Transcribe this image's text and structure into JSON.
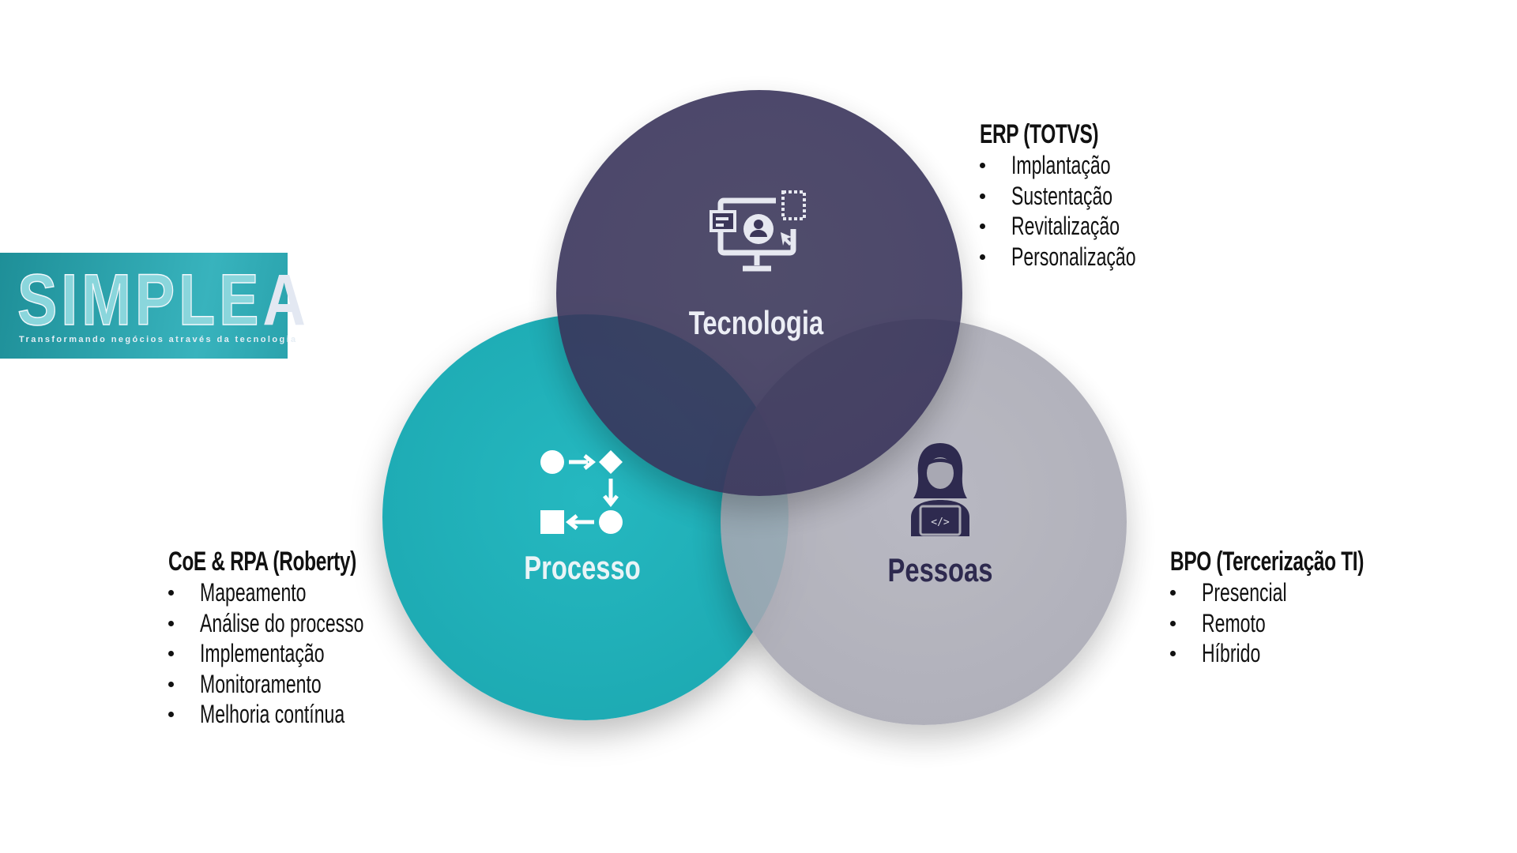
{
  "logo": {
    "word": "SIMPLE",
    "word_accent": "A",
    "tagline": "Transformando negócios através da tecnologia"
  },
  "circles": {
    "tecnologia": {
      "label": "Tecnologia",
      "icon": "monitor-user-icon",
      "color": "#3c3759"
    },
    "processo": {
      "label": "Processo",
      "icon": "process-flow-icon",
      "color": "#1fb0b8"
    },
    "pessoas": {
      "label": "Pessoas",
      "icon": "developer-person-icon",
      "color": "#a8a8b3"
    }
  },
  "blocks": {
    "erp": {
      "title": "ERP (TOTVS)",
      "items": [
        "Implantação",
        "Sustentação",
        "Revitalização",
        "Personalização"
      ]
    },
    "coe": {
      "title": "CoE & RPA (Roberty)",
      "items": [
        "Mapeamento",
        "Análise do processo",
        "Implementação",
        "Monitoramento",
        "Melhoria contínua"
      ]
    },
    "bpo": {
      "title": "BPO (Tercerização TI)",
      "items": [
        "Presencial",
        "Remoto",
        "Híbrido"
      ]
    }
  }
}
